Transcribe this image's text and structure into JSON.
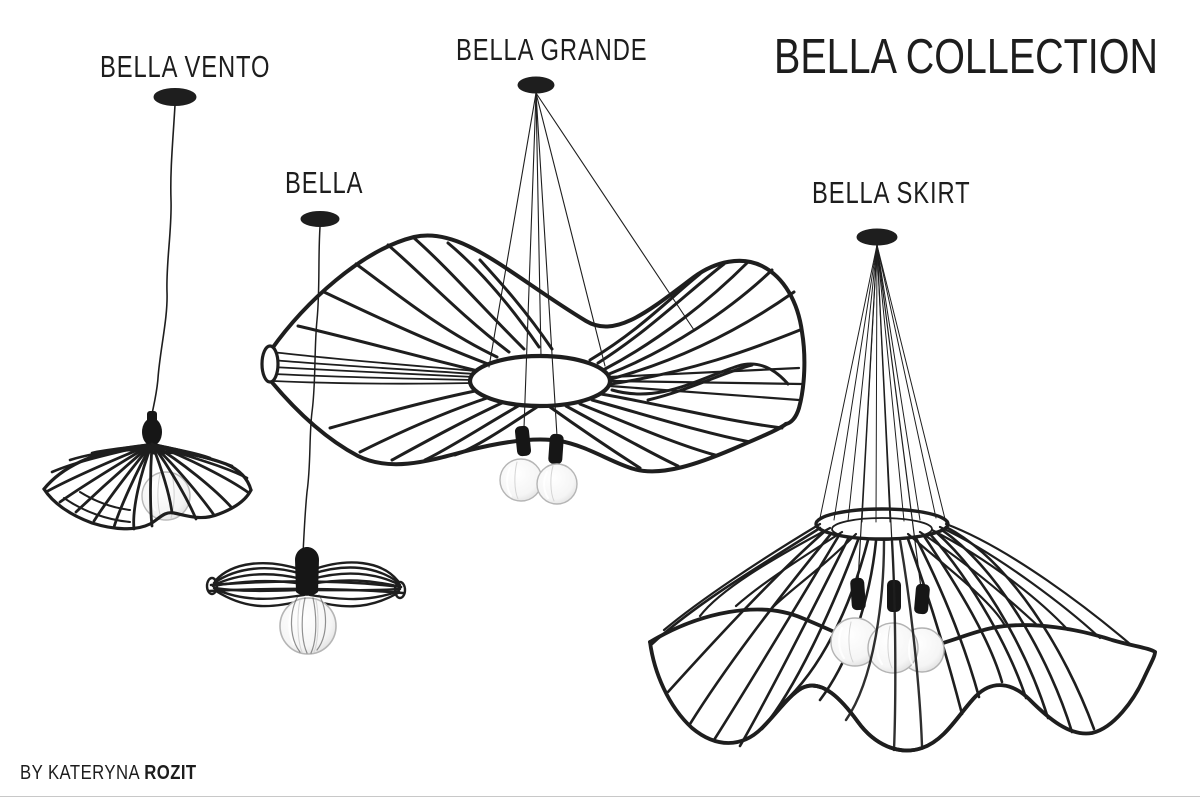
{
  "poster": {
    "title": "BELLA COLLECTION",
    "byline_prefix": "BY KATERYNA ",
    "byline_name": "ROZIT",
    "background_color": "#ffffff",
    "ink_color": "#1d1d1d"
  },
  "products": [
    {
      "label": "BELLA VENTO"
    },
    {
      "label": "BELLA"
    },
    {
      "label": "BELLA GRANDE"
    },
    {
      "label": "BELLA SKIRT"
    }
  ]
}
